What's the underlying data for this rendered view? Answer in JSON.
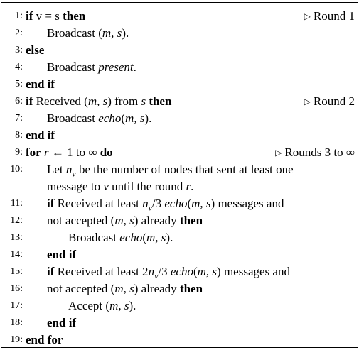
{
  "lines": [
    {
      "n": "1:",
      "indent": 0,
      "segs": [
        [
          "b",
          "if"
        ],
        [
          "t",
          " v = s "
        ],
        [
          "b",
          "then"
        ]
      ],
      "comment": "Round 1"
    },
    {
      "n": "2:",
      "indent": 1,
      "segs": [
        [
          "t",
          "Broadcast "
        ],
        [
          "t",
          "("
        ],
        [
          "i",
          "m, s"
        ],
        [
          "t",
          ")."
        ]
      ],
      "comment": ""
    },
    {
      "n": "3:",
      "indent": 0,
      "segs": [
        [
          "b",
          "else"
        ]
      ],
      "comment": ""
    },
    {
      "n": "4:",
      "indent": 1,
      "segs": [
        [
          "t",
          "Broadcast "
        ],
        [
          "i",
          "present"
        ],
        [
          "t",
          "."
        ]
      ],
      "comment": ""
    },
    {
      "n": "5:",
      "indent": 0,
      "segs": [
        [
          "b",
          "end if"
        ]
      ],
      "comment": ""
    },
    {
      "n": "6:",
      "indent": 0,
      "segs": [
        [
          "b",
          "if"
        ],
        [
          "t",
          " Received "
        ],
        [
          "t",
          "("
        ],
        [
          "i",
          "m, s"
        ],
        [
          "t",
          ") from "
        ],
        [
          "i",
          "s"
        ],
        [
          "t",
          " "
        ],
        [
          "b",
          "then"
        ]
      ],
      "comment": "Round 2"
    },
    {
      "n": "7:",
      "indent": 1,
      "segs": [
        [
          "t",
          "Broadcast "
        ],
        [
          "i",
          "echo"
        ],
        [
          "t",
          "("
        ],
        [
          "i",
          "m, s"
        ],
        [
          "t",
          ")."
        ]
      ],
      "comment": ""
    },
    {
      "n": "8:",
      "indent": 0,
      "segs": [
        [
          "b",
          "end if"
        ]
      ],
      "comment": ""
    },
    {
      "n": "9:",
      "indent": 0,
      "segs": [
        [
          "b",
          "for"
        ],
        [
          "t",
          " "
        ],
        [
          "i",
          "r"
        ],
        [
          "t",
          " ← 1 to ∞ "
        ],
        [
          "b",
          "do"
        ]
      ],
      "comment": "Rounds 3 to ∞"
    },
    {
      "n": "10:",
      "indent": 1,
      "segs": [
        [
          "t",
          "Let "
        ],
        [
          "i",
          "n"
        ],
        [
          "sub",
          "v"
        ],
        [
          "t",
          " be the number of nodes that sent at least one"
        ]
      ],
      "comment": ""
    },
    {
      "n": "",
      "indent": 1,
      "segs": [
        [
          "t",
          "message to "
        ],
        [
          "i",
          "v"
        ],
        [
          "t",
          " until the round "
        ],
        [
          "i",
          "r"
        ],
        [
          "t",
          "."
        ]
      ],
      "comment": ""
    },
    {
      "n": "11:",
      "indent": 1,
      "segs": [
        [
          "b",
          "if"
        ],
        [
          "t",
          " Received at least "
        ],
        [
          "i",
          "n"
        ],
        [
          "sub",
          "v"
        ],
        [
          "t",
          "/3 "
        ],
        [
          "i",
          "echo"
        ],
        [
          "t",
          "("
        ],
        [
          "i",
          "m, s"
        ],
        [
          "t",
          ") messages and"
        ]
      ],
      "comment": ""
    },
    {
      "n": "12:",
      "indent": 1,
      "segs": [
        [
          "t",
          "not accepted ("
        ],
        [
          "i",
          "m, s"
        ],
        [
          "t",
          ") already "
        ],
        [
          "b",
          "then"
        ]
      ],
      "comment": ""
    },
    {
      "n": "13:",
      "indent": 2,
      "segs": [
        [
          "t",
          "Broadcast "
        ],
        [
          "i",
          "echo"
        ],
        [
          "t",
          "("
        ],
        [
          "i",
          "m, s"
        ],
        [
          "t",
          ")."
        ]
      ],
      "comment": ""
    },
    {
      "n": "14:",
      "indent": 1,
      "segs": [
        [
          "b",
          "end if"
        ]
      ],
      "comment": ""
    },
    {
      "n": "15:",
      "indent": 1,
      "segs": [
        [
          "b",
          "if"
        ],
        [
          "t",
          " Received at least 2"
        ],
        [
          "i",
          "n"
        ],
        [
          "sub",
          "v"
        ],
        [
          "t",
          "/3 "
        ],
        [
          "i",
          "echo"
        ],
        [
          "t",
          "("
        ],
        [
          "i",
          "m, s"
        ],
        [
          "t",
          ") messages and"
        ]
      ],
      "comment": ""
    },
    {
      "n": "16:",
      "indent": 1,
      "segs": [
        [
          "t",
          "not accepted ("
        ],
        [
          "i",
          "m, s"
        ],
        [
          "t",
          ") already "
        ],
        [
          "b",
          "then"
        ]
      ],
      "comment": ""
    },
    {
      "n": "17:",
      "indent": 2,
      "segs": [
        [
          "t",
          "Accept ("
        ],
        [
          "i",
          "m, s"
        ],
        [
          "t",
          ")."
        ]
      ],
      "comment": ""
    },
    {
      "n": "18:",
      "indent": 1,
      "segs": [
        [
          "b",
          "end if"
        ]
      ],
      "comment": ""
    },
    {
      "n": "19:",
      "indent": 0,
      "segs": [
        [
          "b",
          "end for"
        ]
      ],
      "comment": ""
    }
  ]
}
